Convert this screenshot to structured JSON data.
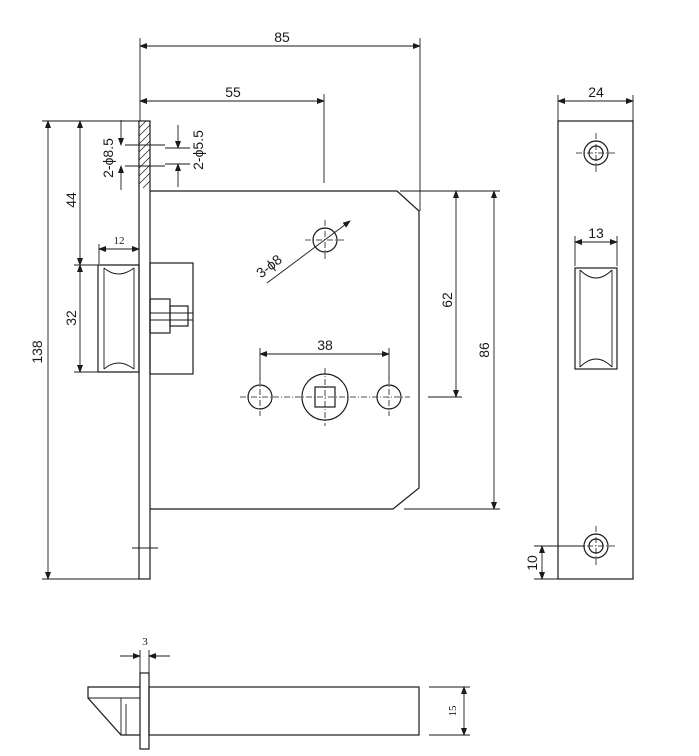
{
  "dimensions": {
    "width_85": "85",
    "width_55": "55",
    "hole_2x85": "2-ϕ8.5",
    "hole_2x55": "2-ϕ5.5",
    "height_138": "138",
    "offset_44": "44",
    "latch_32": "32",
    "latch_12": "12",
    "holes_3x8": "3-ϕ8",
    "spacing_38": "38",
    "height_62": "62",
    "height_86": "86",
    "plate_24": "24",
    "latch_13": "13",
    "edge_10": "10",
    "thickness_3": "3",
    "depth_15": "15"
  },
  "colors": {
    "line": "#1a1a1a",
    "background": "#ffffff"
  }
}
